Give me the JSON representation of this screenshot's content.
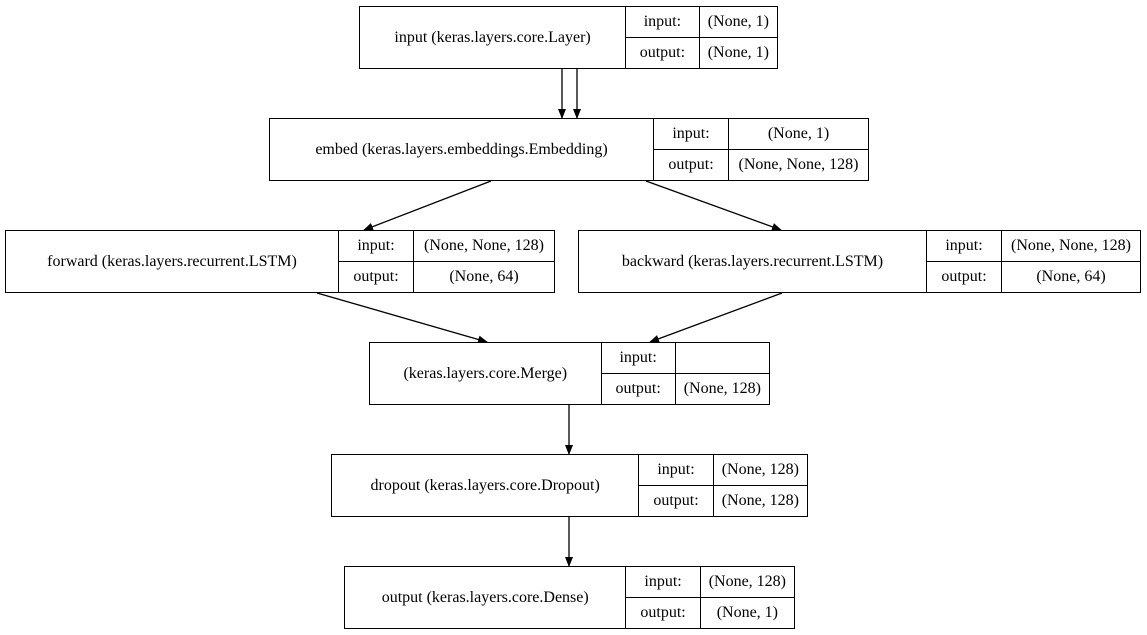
{
  "labels": {
    "input": "input:",
    "output": "output:"
  },
  "nodes": {
    "input": {
      "name": "input (keras.layers.core.Layer)",
      "in": "(None, 1)",
      "out": "(None, 1)"
    },
    "embed": {
      "name": "embed (keras.layers.embeddings.Embedding)",
      "in": "(None, 1)",
      "out": "(None, None, 128)"
    },
    "forward": {
      "name": "forward (keras.layers.recurrent.LSTM)",
      "in": "(None, None, 128)",
      "out": "(None, 64)"
    },
    "backward": {
      "name": "backward (keras.layers.recurrent.LSTM)",
      "in": "(None, None, 128)",
      "out": "(None, 64)"
    },
    "merge": {
      "name": "(keras.layers.core.Merge)",
      "in": "",
      "out": "(None, 128)"
    },
    "dropout": {
      "name": "dropout (keras.layers.core.Dropout)",
      "in": "(None, 128)",
      "out": "(None, 128)"
    },
    "output": {
      "name": "output (keras.layers.core.Dense)",
      "in": "(None, 128)",
      "out": "(None, 1)"
    }
  },
  "edges": [
    {
      "from": "input",
      "to": "embed"
    },
    {
      "from": "input",
      "to": "embed"
    },
    {
      "from": "embed",
      "to": "forward"
    },
    {
      "from": "embed",
      "to": "backward"
    },
    {
      "from": "forward",
      "to": "merge"
    },
    {
      "from": "backward",
      "to": "merge"
    },
    {
      "from": "merge",
      "to": "dropout"
    },
    {
      "from": "dropout",
      "to": "output"
    }
  ]
}
